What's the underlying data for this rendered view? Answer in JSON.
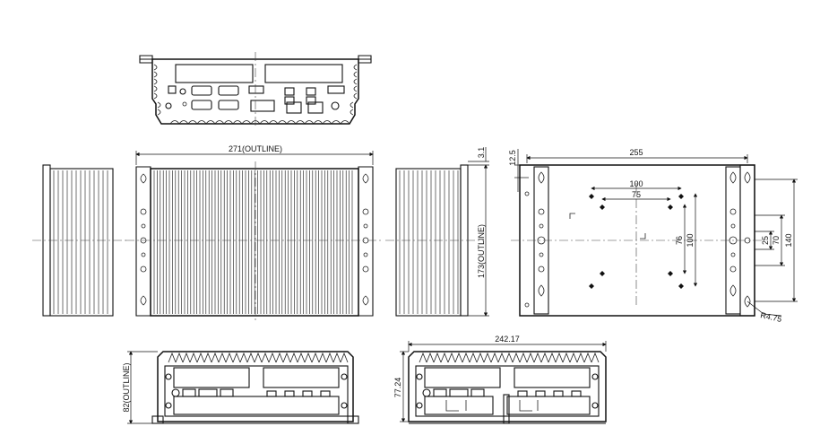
{
  "drawing": {
    "labels": {
      "width_outline": "271(OUTLINE)",
      "height_outline": "173(OUTLINE)",
      "bottom_height_outline": "82(OUTLINE)",
      "top_gap": "3.1",
      "hole_offset": "12.5",
      "mount_width": "255",
      "span_100": "100",
      "span_75": "75",
      "vert_76": "76",
      "vert_100": "100",
      "right_25": "25",
      "right_70": "70",
      "right_140": "140",
      "radius": "R4.75",
      "front_width": "242.17",
      "front_height": "77.24"
    }
  }
}
